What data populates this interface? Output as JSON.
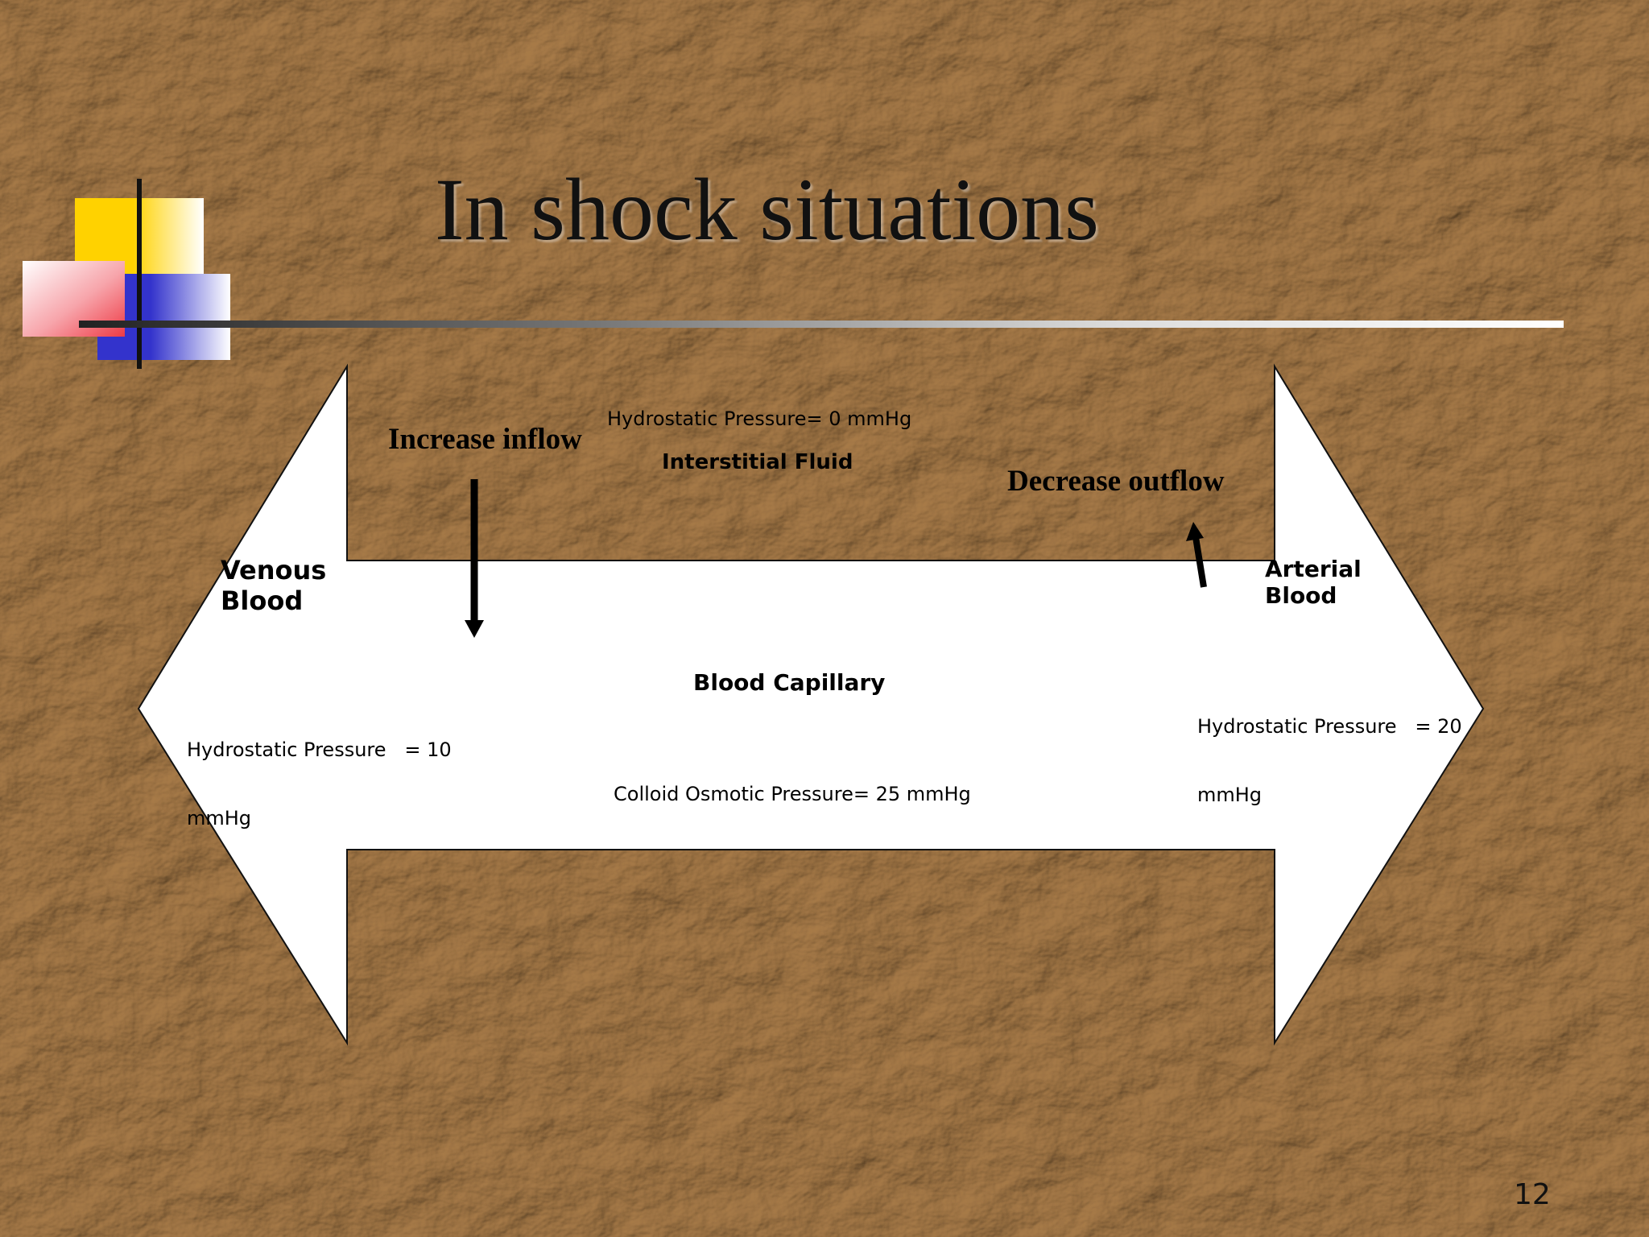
{
  "slide": {
    "title": "In shock situations",
    "page_number": "12"
  },
  "diagram": {
    "interstitial": {
      "label": "Interstitial Fluid",
      "pressure": "Hydrostatic Pressure= 0 mmHg"
    },
    "capillary": {
      "label": "Blood Capillary",
      "colloid_pressure": "Colloid Osmotic Pressure= 25 mmHg"
    },
    "venous": {
      "label_line1": "Venous",
      "label_line2": "Blood",
      "pressure_line1": "Hydrostatic Pressure   = 10",
      "pressure_line2": "mmHg"
    },
    "arterial": {
      "label_line1": "Arterial",
      "label_line2": "Blood",
      "pressure_line1": "Hydrostatic Pressure   = 20",
      "pressure_line2": "mmHg"
    },
    "annotations": {
      "increase_inflow": "Increase inflow",
      "decrease_outflow": "Decrease outflow"
    }
  },
  "colors": {
    "background": "#a98b62",
    "arrow_fill": "#ffffff",
    "deco_yellow": "#ffd200",
    "deco_red": "#ee3a45",
    "deco_blue": "#3333cc"
  }
}
